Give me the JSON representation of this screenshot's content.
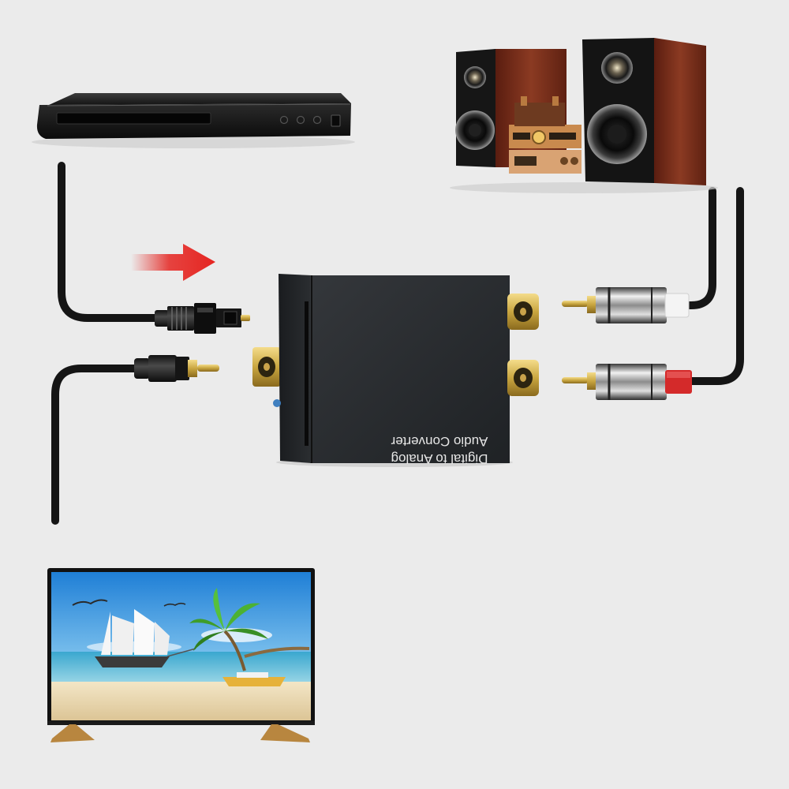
{
  "converter": {
    "label_line1": "Digital to Analog",
    "label_line2": "Audio Converter",
    "label_mirrored": true
  },
  "devices": {
    "source": "dvd-player",
    "display": "flat-screen-tv",
    "output": "stereo-speaker-system"
  },
  "signal_direction": "left-to-right",
  "colors": {
    "background": "#ebebeb",
    "arrow": "#e52521",
    "converter_body": "#2a2d31",
    "gold_contact": "#c9a640",
    "rca_red_marker": "#d42a2a",
    "speaker_wood": "#7a2d1c"
  },
  "icons": [
    "arrow-right-icon",
    "optical-plug-icon",
    "rca-plug-icon"
  ]
}
